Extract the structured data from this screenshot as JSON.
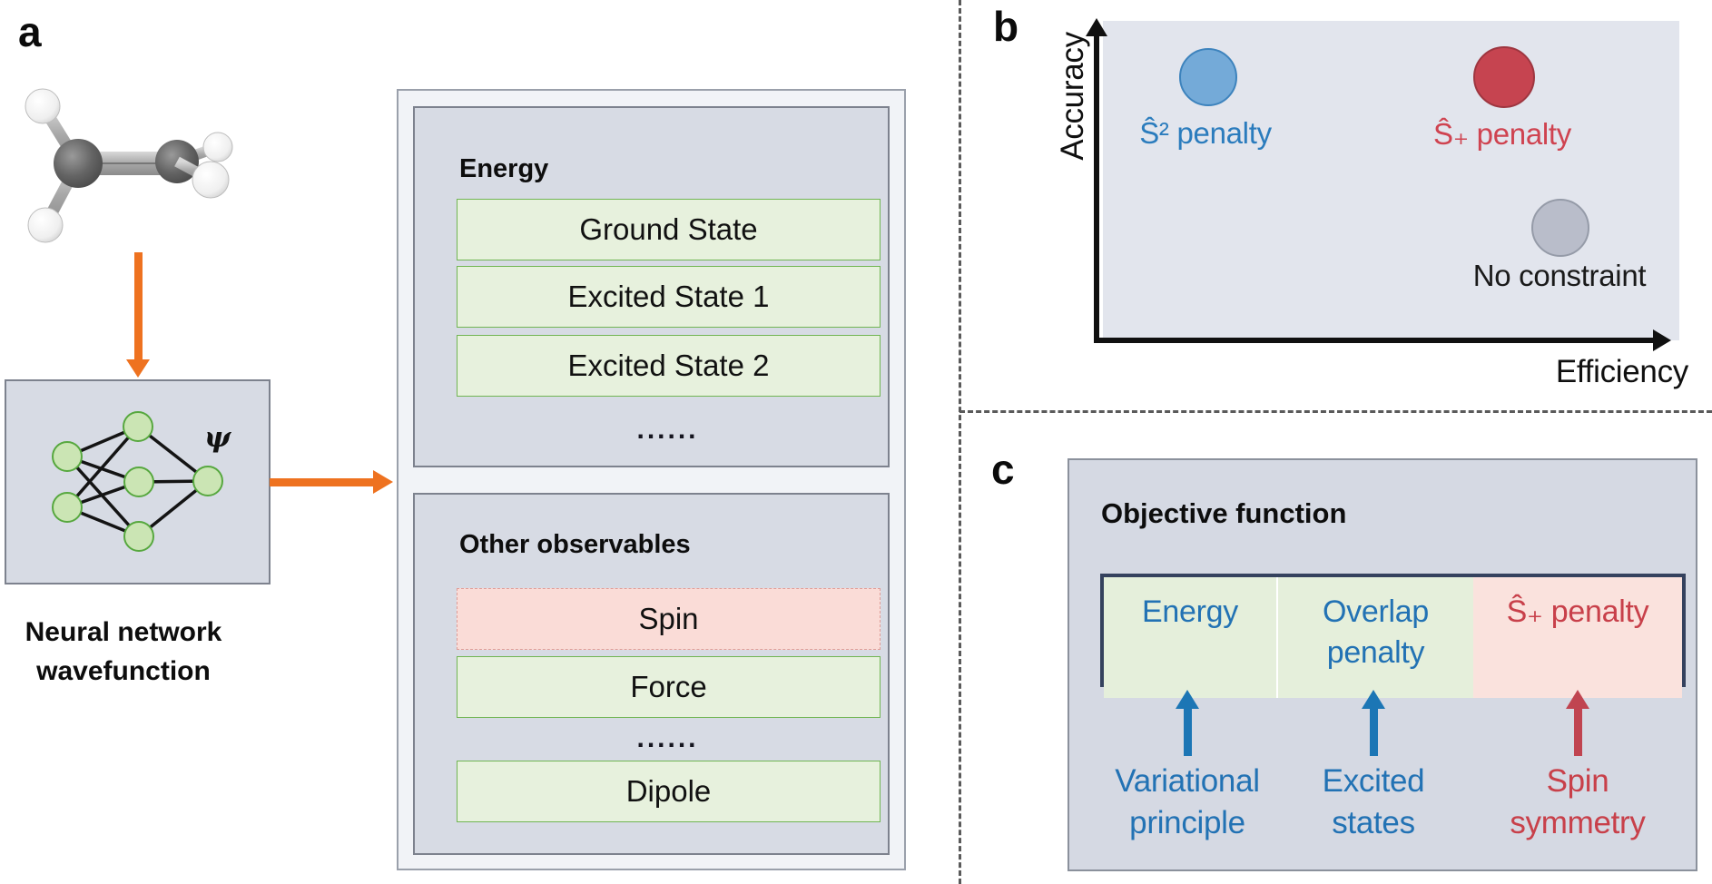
{
  "panel_a": {
    "label": "a",
    "molecule": "ethylene ball-and-stick model",
    "psi": "ψ",
    "caption_line1": "Neural network",
    "caption_line2": "wavefunction",
    "energy": {
      "heading": "Energy",
      "rows": [
        "Ground State",
        "Excited State 1",
        "Excited State 2"
      ],
      "dots": "......"
    },
    "observables": {
      "heading": "Other observables",
      "rows": [
        "Spin",
        "Force",
        "......",
        "Dipole"
      ],
      "dots": "......"
    }
  },
  "panel_b": {
    "label": "b",
    "y_axis_label": "Accuracy",
    "x_axis_label": "Efficiency",
    "points": [
      {
        "name": "s2-penalty",
        "label": "Ŝ² penalty",
        "fill": "#74aad8",
        "stroke": "#3d83bd",
        "text_color": "#2b7cbd",
        "position": "high accuracy, low efficiency"
      },
      {
        "name": "splus-penalty",
        "label": "Ŝ₊ penalty",
        "fill": "#c64450",
        "stroke": "#9e3640",
        "text_color": "#cf4350",
        "position": "high accuracy, high efficiency"
      },
      {
        "name": "no-constraint",
        "label": "No constraint",
        "fill": "#b9bdca",
        "stroke": "#959ba8",
        "text_color": "#1a1a1a",
        "position": "low accuracy, high efficiency"
      }
    ]
  },
  "panel_c": {
    "label": "c",
    "heading": "Objective function",
    "cells": [
      {
        "line1": "Energy",
        "line2": "",
        "color": "blue",
        "bg": "green"
      },
      {
        "line1": "Overlap",
        "line2": "penalty",
        "color": "blue",
        "bg": "green"
      },
      {
        "line1": "Ŝ₊ penalty",
        "line2": "",
        "color": "red",
        "bg": "pink"
      }
    ],
    "annotations": [
      {
        "line1": "Variational",
        "line2": "principle",
        "color": "blue"
      },
      {
        "line1": "Excited",
        "line2": "states",
        "color": "blue"
      },
      {
        "line1": "Spin",
        "line2": "symmetry",
        "color": "red"
      }
    ]
  },
  "colors": {
    "orange_arrow": "#ee7220",
    "panel_bg": "#d7dbe4",
    "green_row": "#e7f1dd",
    "green_border": "#71b553",
    "pink_row": "#fadcd7",
    "blue_text": "#2272b4",
    "red_text": "#c8404a",
    "blue_arrow": "#1c76b5",
    "red_arrow": "#c04450",
    "nn_node": "#cbe5b4"
  }
}
